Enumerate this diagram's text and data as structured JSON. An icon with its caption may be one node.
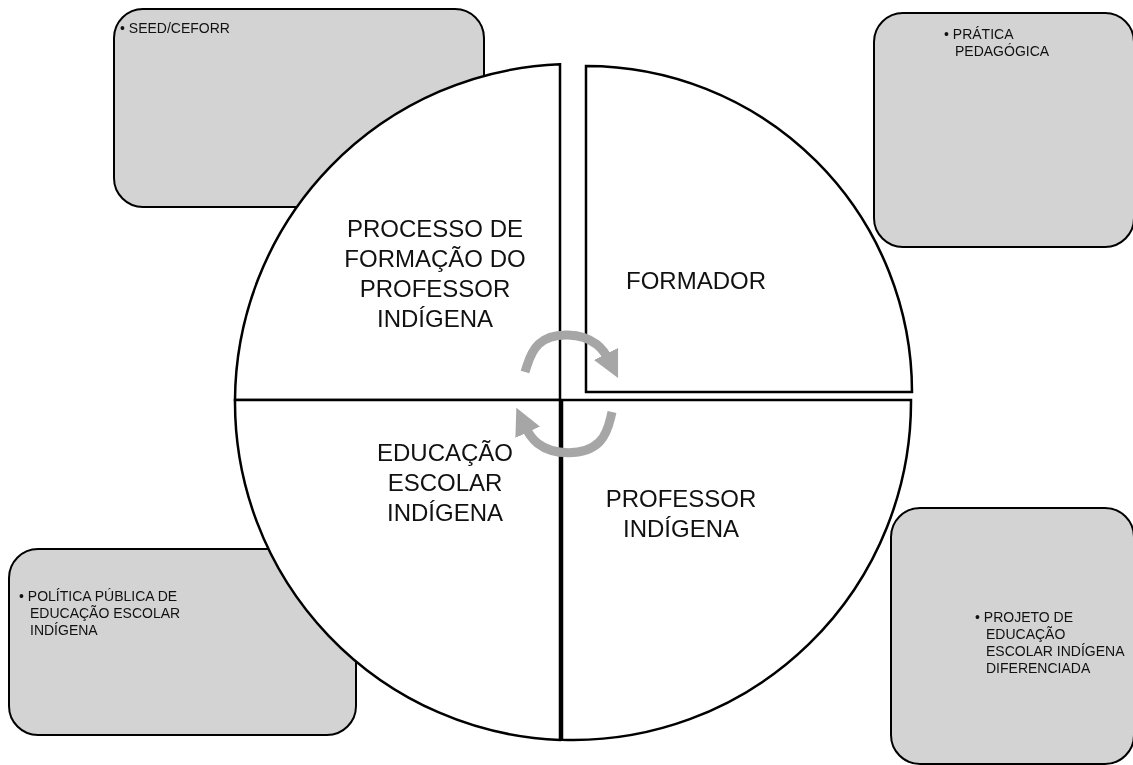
{
  "diagram": {
    "nodes": [
      {
        "text": [
          "• SEED/CEFORR"
        ]
      },
      {
        "text": [
          "PROCESSO DE FORMAÇÃO DO PROFESSOR INDÍGENA"
        ]
      },
      {
        "text": [
          "FORMADOR"
        ]
      },
      {
        "text": [
          "• PRÁTICA PEDAGÓGICA"
        ]
      },
      {
        "text": [
          "EDUCAÇÃO ESCOLAR INDÍGENA"
        ]
      },
      {
        "text": [
          "PROFESSOR INDÍGENA"
        ]
      },
      {
        "text": [
          "• POLÍTICA PÚBLICA DE EDUCAÇÃO ESCOLAR INDÍGENA"
        ]
      },
      {
        "text": [
          "• PROJETO DE EDUCAÇÃO ESCOLAR INDÍGENA DIFERENCIADA"
        ]
      }
    ],
    "edges": [
      {
        "from": 1,
        "to": 2,
        "arrow": "to"
      },
      {
        "from": 5,
        "to": 4,
        "arrow": "to"
      }
    ]
  }
}
